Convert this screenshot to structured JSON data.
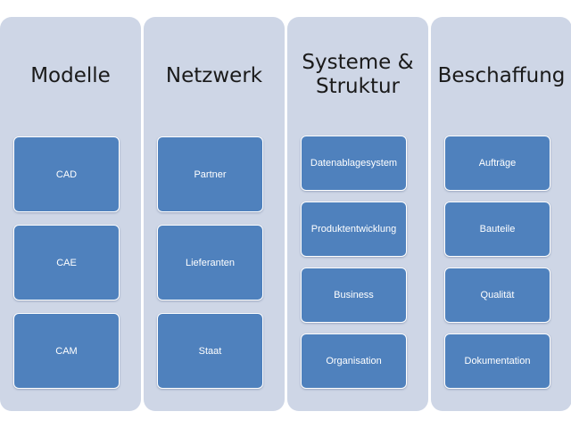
{
  "colors": {
    "column_background": "#ced6e6",
    "box_fill": "#4f81bd",
    "box_text": "#ffffff",
    "title_text": "#1a1a1a"
  },
  "columns": [
    {
      "title": "Modelle",
      "items": [
        "CAD",
        "CAE",
        "CAM"
      ]
    },
    {
      "title": "Netzwerk",
      "items": [
        "Partner",
        "Lieferanten",
        "Staat"
      ]
    },
    {
      "title_line1": "Systeme &",
      "title_line2": "Struktur",
      "items": [
        "Datenablagesystem",
        "Produktentwicklung",
        "Business",
        "Organisation"
      ]
    },
    {
      "title": "Beschaffung",
      "items": [
        "Aufträge",
        "Bauteile",
        "Qualität",
        "Dokumentation"
      ]
    }
  ]
}
